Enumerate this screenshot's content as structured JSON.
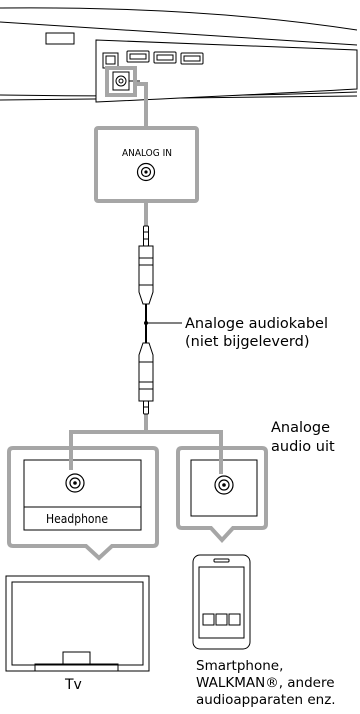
{
  "labels": {
    "analog_in": "ANALOG IN",
    "cable_line1": "Analoge audiokabel",
    "cable_line2": "(niet bijgeleverd)",
    "output_line1": "Analoge",
    "output_line2": "audio uit",
    "headphone": "Headphone",
    "devices_line1": "Smartphone,",
    "devices_line2": "WALKMAN®, andere",
    "devices_line3": "audioapparaten enz.",
    "tv": "Tv"
  },
  "icons": {
    "device_unit": "soundbar-rear-panel",
    "cable": "stereo-mini-plug-cable",
    "tv": "tv-icon",
    "smartphone": "smartphone-icon"
  },
  "colors": {
    "line": "#000000",
    "connection": "#a6a6a6",
    "background": "#ffffff"
  }
}
